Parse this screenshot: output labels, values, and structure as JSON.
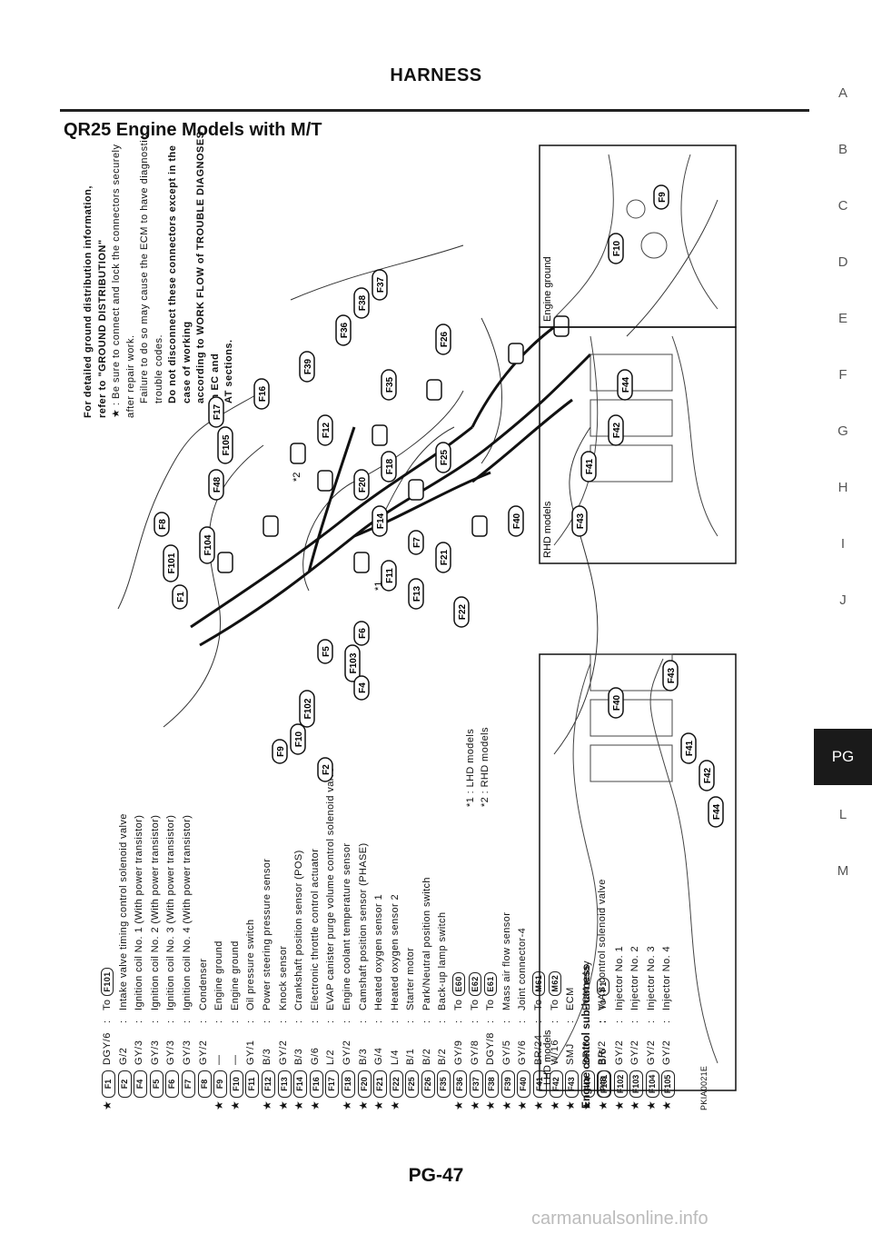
{
  "header": {
    "title": "HARNESS"
  },
  "section_title": "QR25 Engine Models with M/T",
  "side_tabs": [
    "A",
    "B",
    "C",
    "D",
    "E",
    "F",
    "G",
    "H",
    "I",
    "J",
    "PG",
    "L",
    "M"
  ],
  "active_tab": "PG",
  "footer": {
    "page": "PG-47"
  },
  "watermark": "carmanualsonline.info",
  "legend": [
    {
      "star": true,
      "id": "F1",
      "color": "DGY/6",
      "desc": "To",
      "sub": "F101"
    },
    {
      "star": false,
      "id": "F2",
      "color": "G/2",
      "desc": "Intake valve timing control solenoid valve"
    },
    {
      "star": false,
      "id": "F4",
      "color": "GY/3",
      "desc": "Ignition coil No. 1 (With power transistor)"
    },
    {
      "star": false,
      "id": "F5",
      "color": "GY/3",
      "desc": "Ignition coil No. 2 (With power transistor)"
    },
    {
      "star": false,
      "id": "F6",
      "color": "GY/3",
      "desc": "Ignition coil No. 3 (With power transistor)"
    },
    {
      "star": false,
      "id": "F7",
      "color": "GY/3",
      "desc": "Ignition coil No. 4 (With power transistor)"
    },
    {
      "star": false,
      "id": "F8",
      "color": "GY/2",
      "desc": "Condenser"
    },
    {
      "star": true,
      "id": "F9",
      "color": "—",
      "desc": "Engine ground"
    },
    {
      "star": true,
      "id": "F10",
      "color": "—",
      "desc": "Engine ground"
    },
    {
      "star": false,
      "id": "F11",
      "color": "GY/1",
      "desc": "Oil pressure switch"
    },
    {
      "star": true,
      "id": "F12",
      "color": "B/3",
      "desc": "Power steering pressure sensor"
    },
    {
      "star": true,
      "id": "F13",
      "color": "GY/2",
      "desc": "Knock sensor"
    },
    {
      "star": true,
      "id": "F14",
      "color": "B/3",
      "desc": "Crankshaft position sensor (POS)"
    },
    {
      "star": true,
      "id": "F16",
      "color": "G/6",
      "desc": "Electronic throttle control actuator"
    },
    {
      "star": false,
      "id": "F17",
      "color": "L/2",
      "desc": "EVAP canister purge volume control solenoid valve"
    },
    {
      "star": true,
      "id": "F18",
      "color": "GY/2",
      "desc": "Engine coolant temperature sensor"
    },
    {
      "star": true,
      "id": "F20",
      "color": "B/3",
      "desc": "Camshaft position sensor (PHASE)"
    },
    {
      "star": true,
      "id": "F21",
      "color": "G/4",
      "desc": "Heated oxygen sensor 1"
    },
    {
      "star": true,
      "id": "F22",
      "color": "L/4",
      "desc": "Heated oxygen sensor 2"
    },
    {
      "star": false,
      "id": "F25",
      "color": "B/1",
      "desc": "Starter motor"
    },
    {
      "star": false,
      "id": "F26",
      "color": "B/2",
      "desc": "Park/Neutral position switch"
    },
    {
      "star": false,
      "id": "F35",
      "color": "B/2",
      "desc": "Back-up lamp switch"
    },
    {
      "star": true,
      "id": "F36",
      "color": "GY/9",
      "desc": "To",
      "sub": "E60"
    },
    {
      "star": true,
      "id": "F37",
      "color": "GY/8",
      "desc": "To",
      "sub": "E62"
    },
    {
      "star": true,
      "id": "F38",
      "color": "DGY/8",
      "desc": "To",
      "sub": "E61"
    },
    {
      "star": true,
      "id": "F39",
      "color": "GY/5",
      "desc": "Mass air flow sensor"
    },
    {
      "star": true,
      "id": "F40",
      "color": "GY/6",
      "desc": "Joint connector-4"
    },
    {
      "star": true,
      "id": "F41",
      "color": "BR/24",
      "desc": "To",
      "sub": "M61"
    },
    {
      "star": true,
      "id": "F42",
      "color": "W/16",
      "desc": "To",
      "sub": "M62"
    },
    {
      "star": true,
      "id": "F43",
      "color": "SMJ",
      "desc": "ECM"
    },
    {
      "star": true,
      "id": "F44",
      "color": "BR/6",
      "desc": "ECM relay"
    },
    {
      "star": false,
      "id": "F48",
      "color": "BR/2",
      "desc": "VIAS control solenoid valve"
    }
  ],
  "sub_harness": {
    "title": "Engine control sub-harness",
    "items": [
      {
        "star": true,
        "id": "F101",
        "color": "B/6",
        "desc": "To",
        "sub": "F1"
      },
      {
        "star": true,
        "id": "F102",
        "color": "GY/2",
        "desc": "Injector No. 1"
      },
      {
        "star": true,
        "id": "F103",
        "color": "GY/2",
        "desc": "Injector No. 2"
      },
      {
        "star": true,
        "id": "F104",
        "color": "GY/2",
        "desc": "Injector No. 3"
      },
      {
        "star": true,
        "id": "F105",
        "color": "GY/2",
        "desc": "Injector No. 4"
      }
    ]
  },
  "footnotes": [
    "*1 : LHD models",
    "*2 : RHD models"
  ],
  "info": {
    "line1": "For detailed ground distribution information,",
    "line2": "refer to \"GROUND DISTRIBUTION\"",
    "star_note": "★ : Be sure to connect and lock the connectors securely after repair work.",
    "line4": "Failure to do so may cause the ECM to have diagnostic trouble codes.",
    "line5": "Do not disconnect these connectors except in the case of working",
    "line6": "according to WORK FLOW of TROUBLE DIAGNOSES in EC and",
    "line7": "AT sections."
  },
  "figure_code": "PKIA0021E",
  "diagram_labels": {
    "lhd": "LHD models",
    "rhd": "RHD models",
    "engine_ground": "Engine ground",
    "star1": "*1",
    "star2": "*2"
  },
  "main_connectors": [
    "F1",
    "F101",
    "F8",
    "F104",
    "F48",
    "F105",
    "F17",
    "F16",
    "F39",
    "F36",
    "F38",
    "F37",
    "F12",
    "F35",
    "F26",
    "F18",
    "F20",
    "F25",
    "F14",
    "F7",
    "F21",
    "F11",
    "F13",
    "F22",
    "F6",
    "F5",
    "F103",
    "F4",
    "F102",
    "F10",
    "F9",
    "F2"
  ],
  "lhd_connectors": [
    "F40",
    "F43",
    "F41",
    "F42",
    "F44"
  ],
  "rhd_connectors": [
    "F40",
    "F43",
    "F41",
    "F42",
    "F44"
  ],
  "ground_connectors": [
    "F9",
    "F10"
  ]
}
